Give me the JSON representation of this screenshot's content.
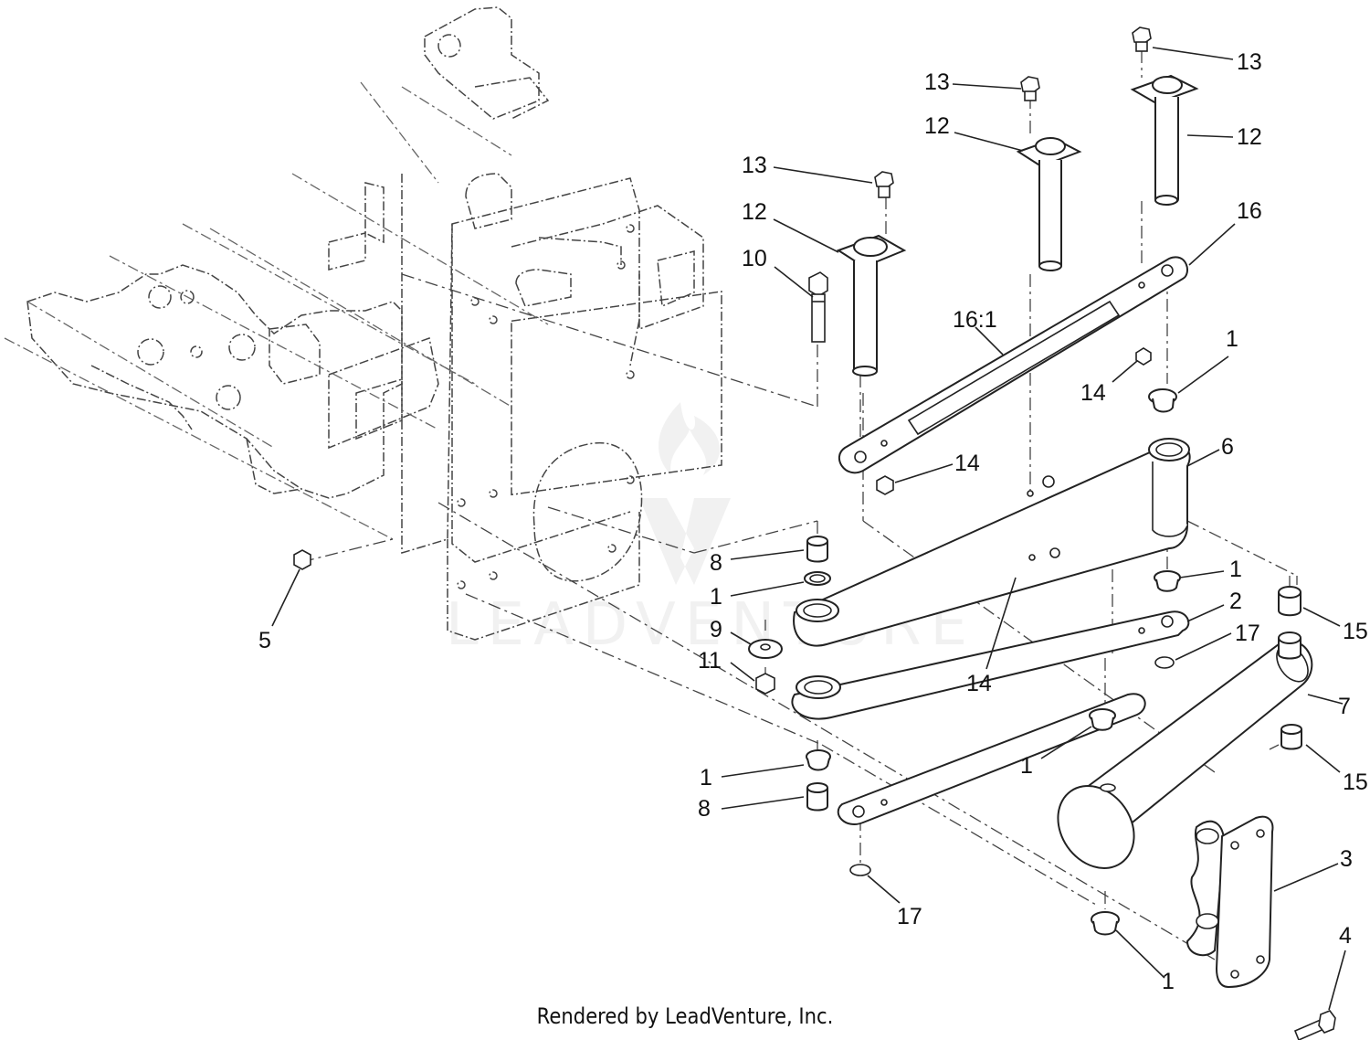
{
  "callouts": {
    "c1a": "1",
    "c1b": "1",
    "c1c": "1",
    "c1d": "1",
    "c1e": "1",
    "c1f": "1",
    "c2": "2",
    "c3": "3",
    "c4": "4",
    "c5": "5",
    "c6": "6",
    "c7": "7",
    "c8a": "8",
    "c8b": "8",
    "c9": "9",
    "c10": "10",
    "c11": "11",
    "c12a": "12",
    "c12b": "12",
    "c12c": "12",
    "c13a": "13",
    "c13b": "13",
    "c13c": "13",
    "c14a": "14",
    "c14b": "14",
    "c14c": "14",
    "c15a": "15",
    "c15b": "15",
    "c16": "16",
    "c16_1": "16:1",
    "c17a": "17",
    "c17b": "17"
  },
  "watermark": "LEADVENTURE",
  "footer": "Rendered by LeadVenture, Inc."
}
